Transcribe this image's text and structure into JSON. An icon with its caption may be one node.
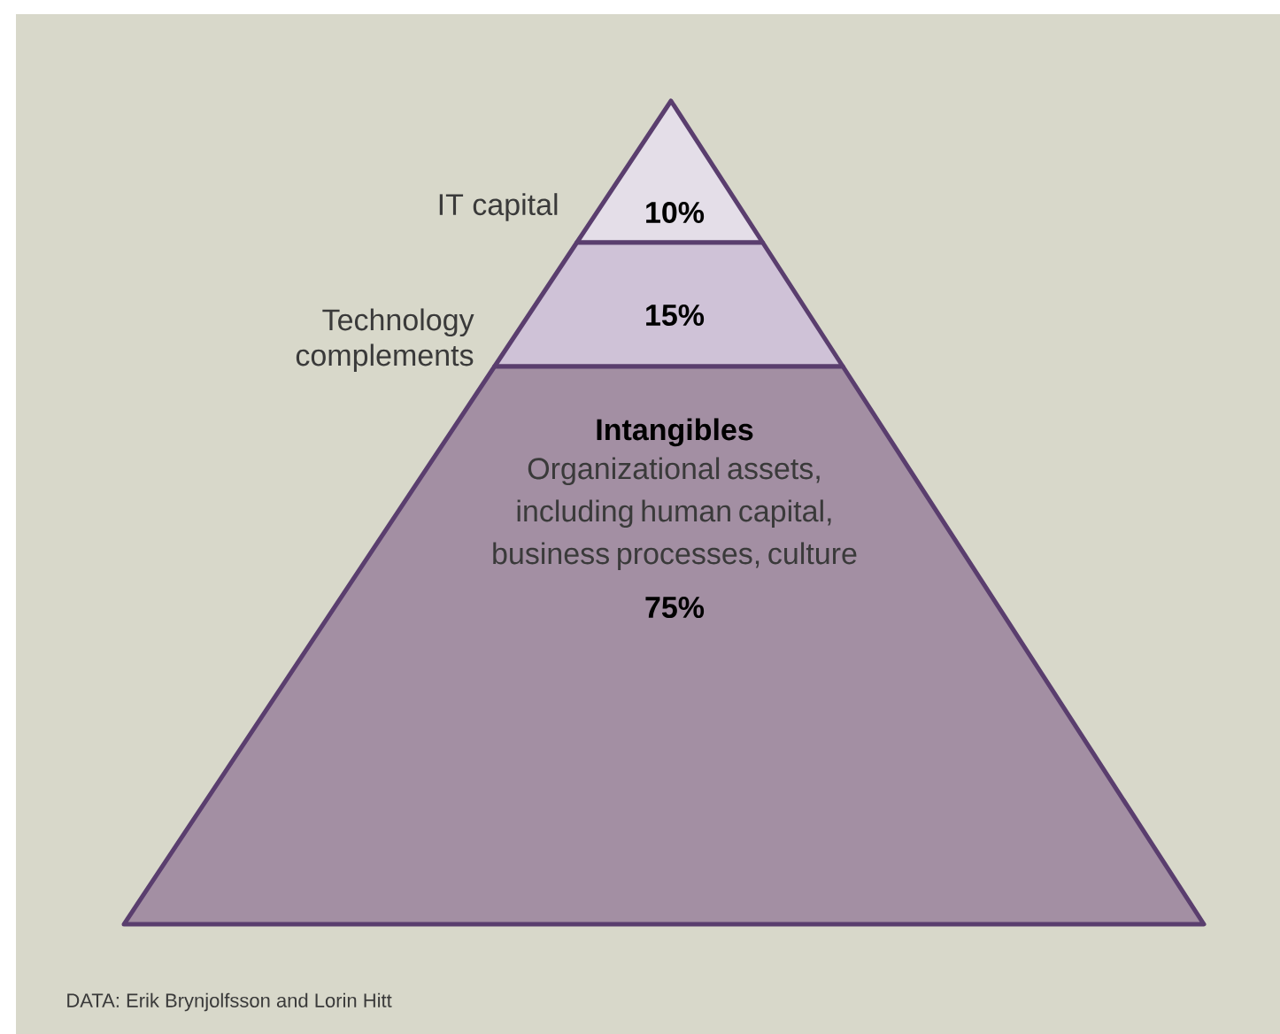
{
  "diagram": {
    "caption": "DATA: Erik Brynjolfsson and Lorin Hitt",
    "nodes": [
      {
        "text": [
          "10%"
        ],
        "beside": [
          "IT capital"
        ]
      },
      {
        "text": [
          "15%"
        ]
      },
      {
        "text": [
          "Intangibles",
          "Organizational assets, including human capital, business processes, culture",
          "75%"
        ]
      }
    ],
    "labels": [
      "Technology complements"
    ]
  }
}
